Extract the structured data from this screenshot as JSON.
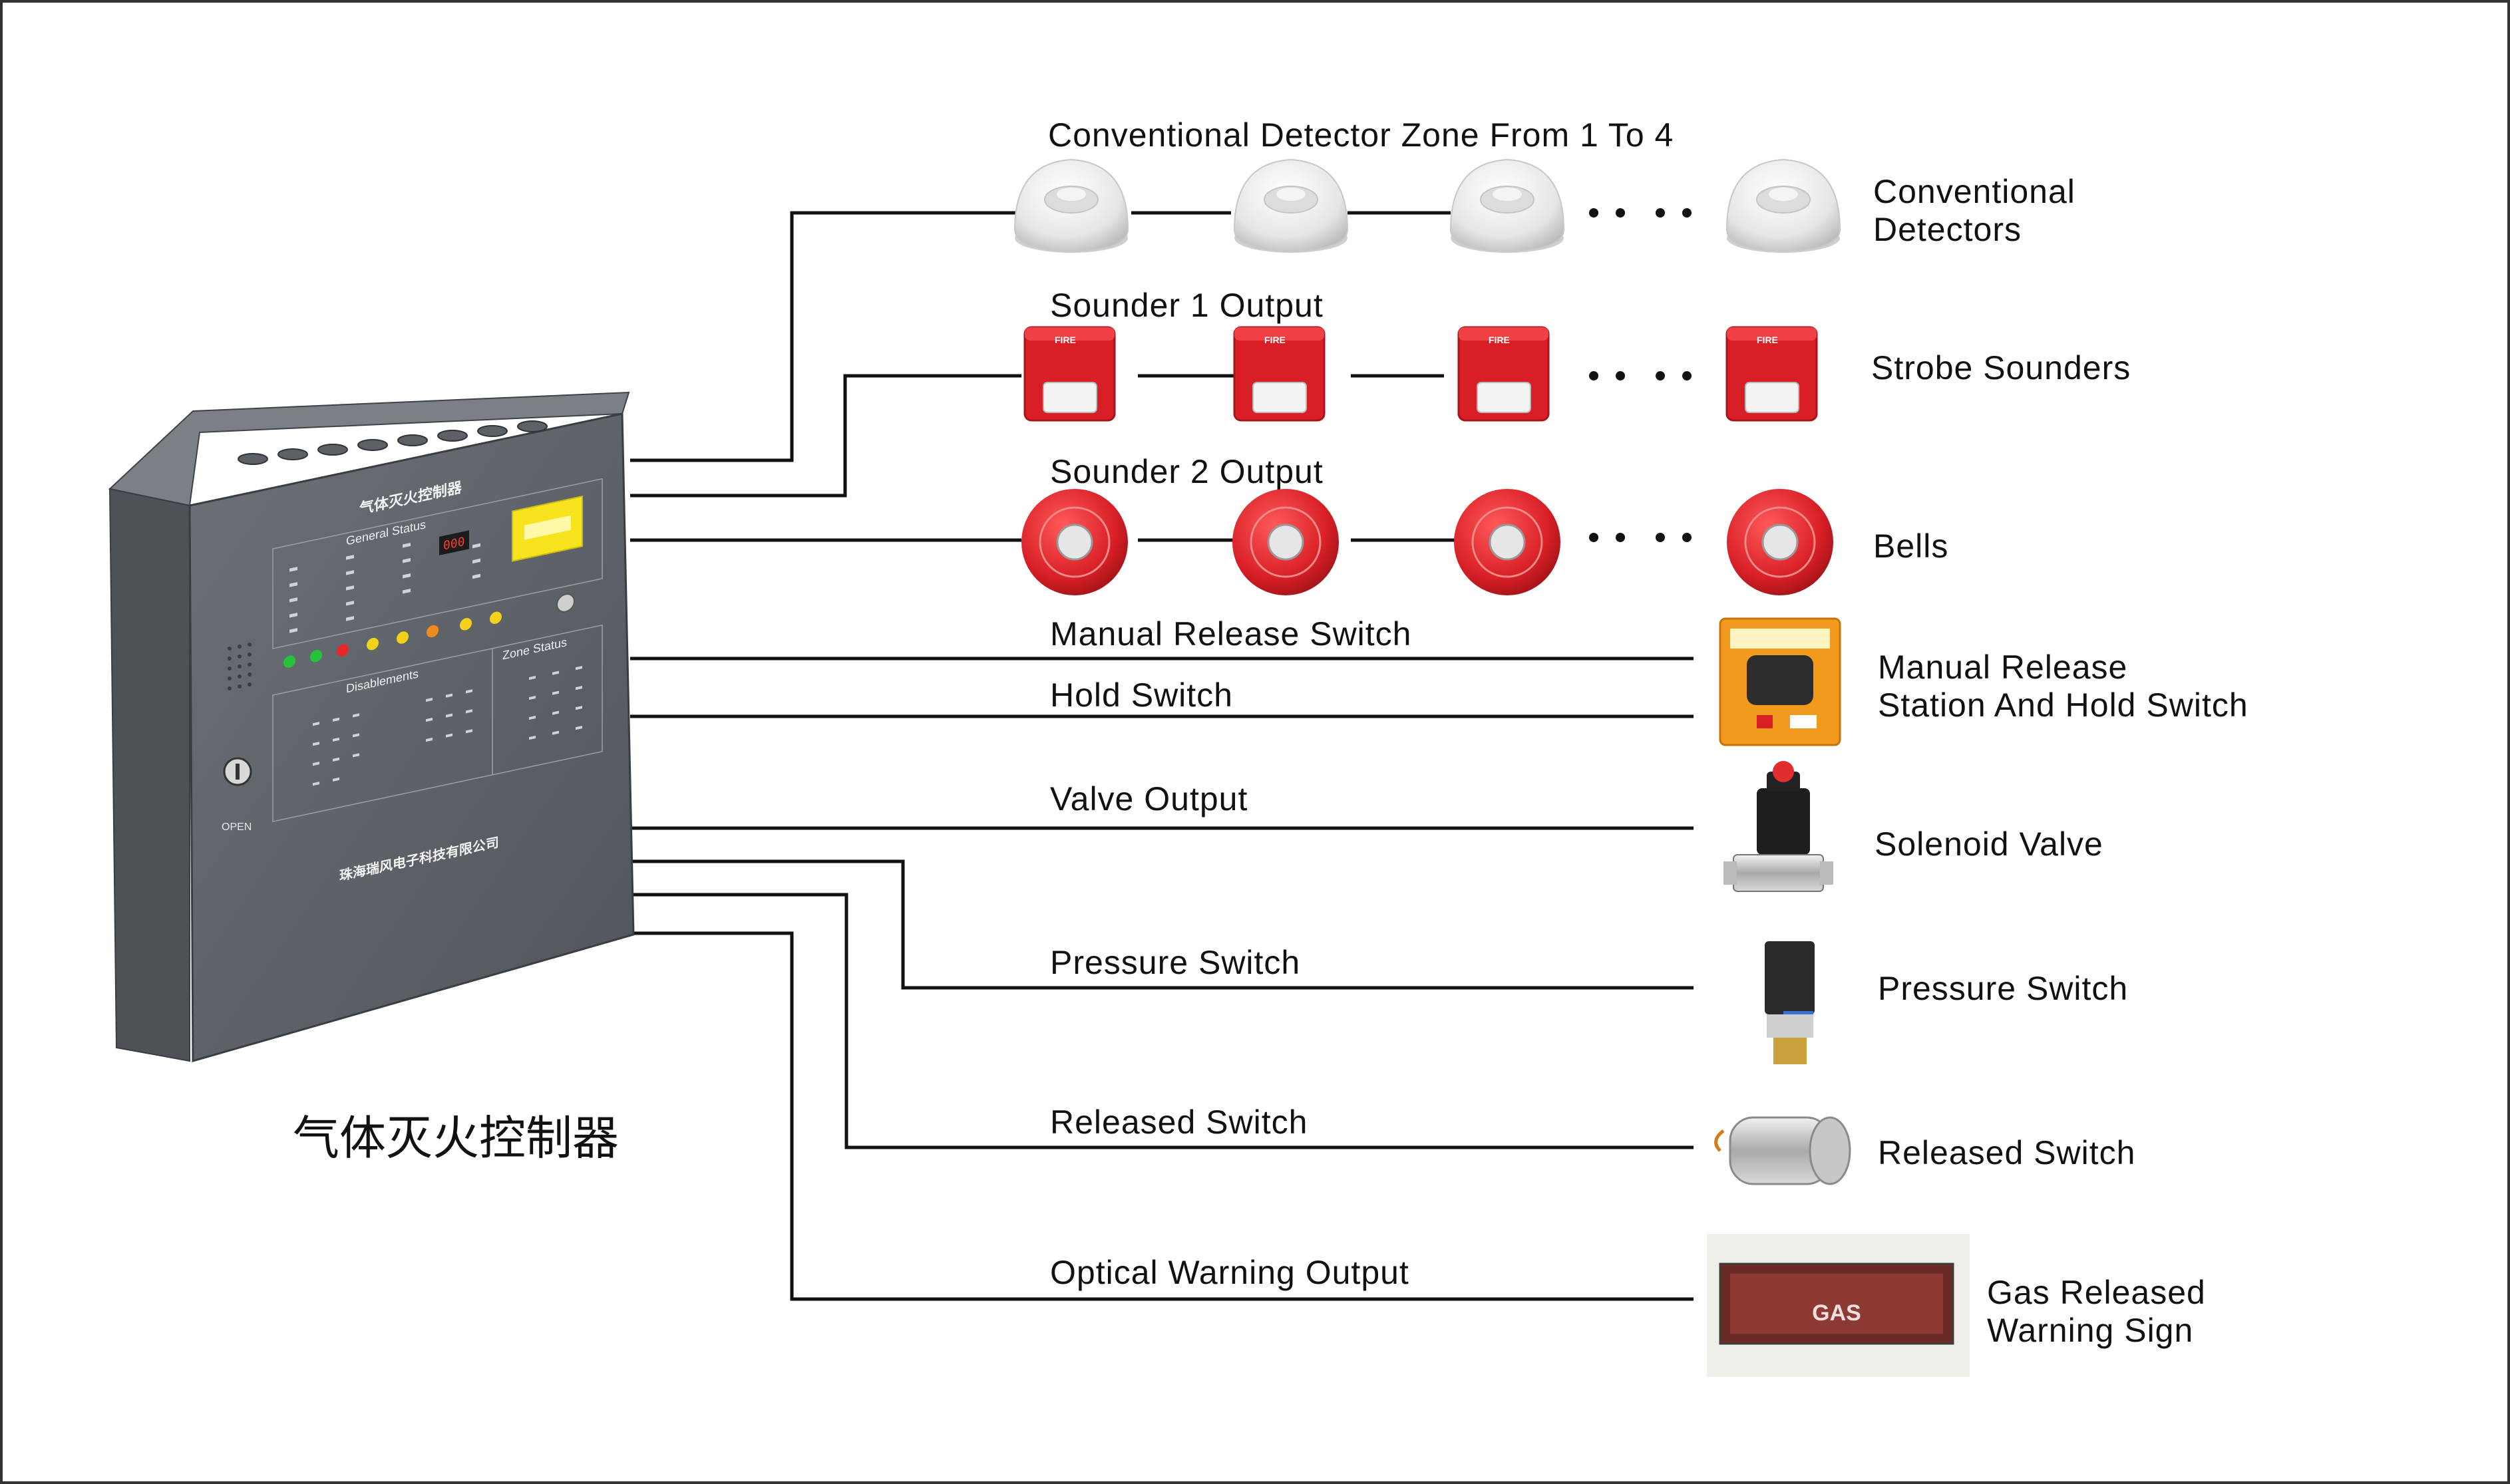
{
  "controller": {
    "caption": "气体灭火控制器",
    "panel_title": "气体灭火控制器",
    "panel_company": "珠海瑞风电子科技有限公司",
    "lock_label": "OPEN",
    "panel_sections": {
      "general_status": "General Status",
      "disablements": "Disablements",
      "zone_status": "Zone Status"
    },
    "display_value": "000"
  },
  "lines": {
    "detector_zone": "Conventional Detector Zone From 1 To 4",
    "sounder1": "Sounder 1 Output",
    "sounder2": "Sounder 2 Output",
    "manual_release": "Manual Release Switch",
    "hold": "Hold Switch",
    "valve": "Valve Output",
    "pressure": "Pressure Switch",
    "released": "Released Switch",
    "optical": "Optical Warning Output"
  },
  "devices": {
    "detectors": [
      "Conventional",
      "Detectors"
    ],
    "strobes": "Strobe Sounders",
    "bells": "Bells",
    "manual_station": [
      "Manual Release",
      "Station And Hold Switch"
    ],
    "solenoid": "Solenoid Valve",
    "pressure_switch": "Pressure Switch",
    "released_switch": "Released Switch",
    "gas_sign": [
      "Gas Released",
      "Warning Sign"
    ]
  },
  "device_marks": {
    "strobe_text": "FIRE",
    "gas_text": "GAS"
  },
  "colors": {
    "panel": "#5b6167",
    "fire_red": "#d81f26",
    "manual_orange": "#f29a1b"
  }
}
